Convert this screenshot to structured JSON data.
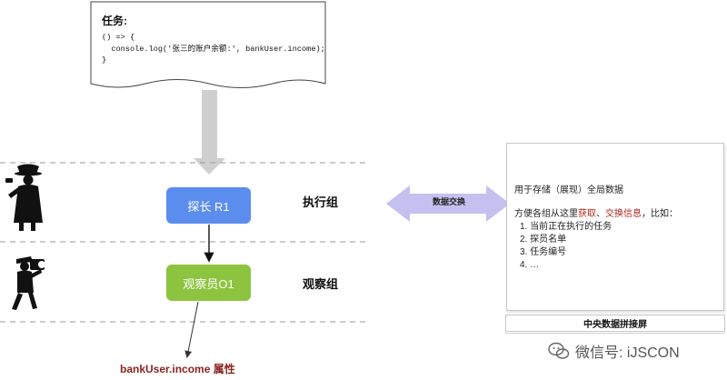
{
  "task_doc": {
    "title": "任务:",
    "code_lines": [
      "() => {",
      "  console.log('张三的账户余额:', bankUser.income);",
      "}"
    ]
  },
  "nodes": {
    "detective": "探长 R1",
    "observer": "观察员O1"
  },
  "groups": {
    "execution": "执行组",
    "observation": "观察组"
  },
  "exchange_label": "数据交换",
  "panel": {
    "intro": "用于存储（展现）全局数据",
    "line2_pre": "方便各组从这里",
    "line2_hl1": "获取",
    "line2_sep": "、",
    "line2_hl2": "交换信息",
    "line2_post": "，比如：",
    "list": [
      "1. 当前正在执行的任务",
      "2. 探员名单",
      "3. 任务编号",
      "4. …"
    ],
    "footer": "中央数据拼接屏"
  },
  "property_label": "bankUser.income 属性",
  "watermark": "微信号: iJSCON",
  "colors": {
    "detective_node": "#5b8def",
    "observer_node": "#8dc43f",
    "exchange_arrow": "#c4c0ef",
    "highlight": "#b3271c"
  }
}
